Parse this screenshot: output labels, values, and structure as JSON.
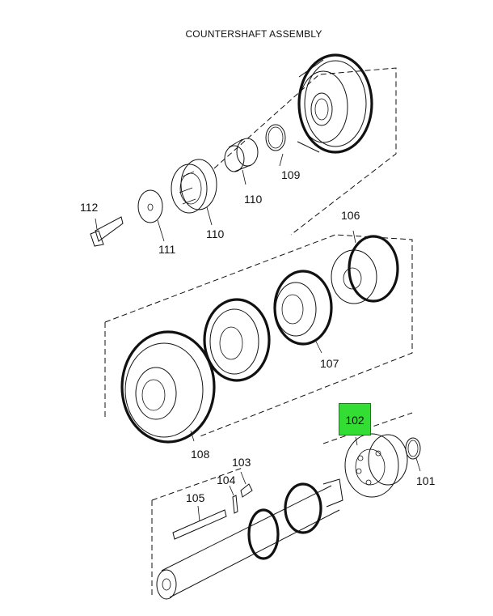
{
  "title": "COUNTERSHAFT ASSEMBLY",
  "highlight_color": "#33dd33",
  "callouts": {
    "c101": "101",
    "c102": "102",
    "c103": "103",
    "c104": "104",
    "c105": "105",
    "c106": "106",
    "c107": "107",
    "c108": "108",
    "c109": "109",
    "c110a": "110",
    "c110b": "110",
    "c111": "111",
    "c112": "112"
  }
}
